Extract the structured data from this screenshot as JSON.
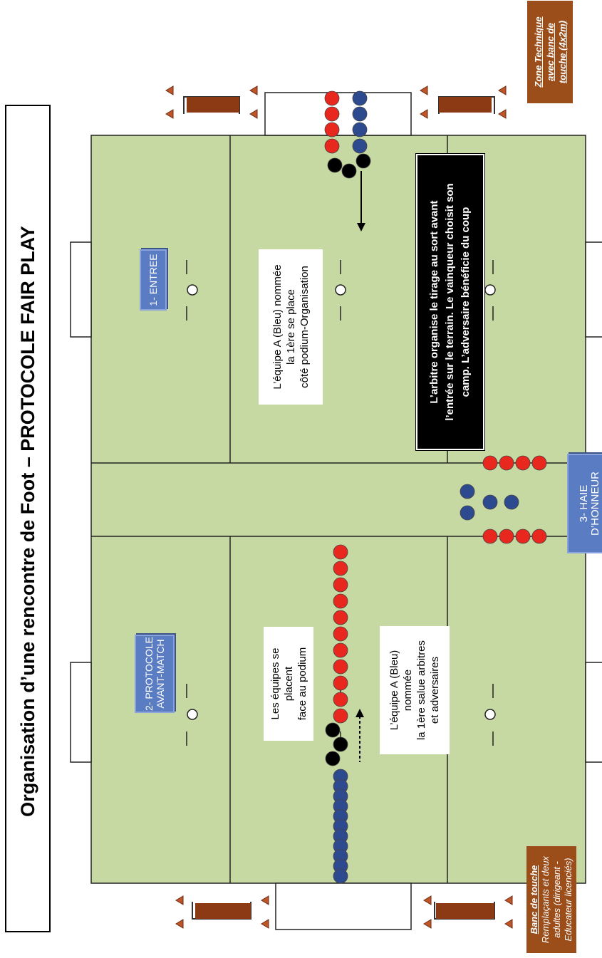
{
  "title": "Organisation d’une rencontre de Foot – PROTOCOLE FAIR PLAY",
  "labels": {
    "entree": "1- ENTREE",
    "protocole_line1": "2- PROTOCOLE",
    "protocole_line2": "AVANT-MATCH",
    "haie_line1": "3- HAIE",
    "haie_line2": "D’HONNEUR"
  },
  "notes": {
    "equipe_a_place_l1": "L’équipe A (Bleu) nommée",
    "equipe_a_place_l2": "la 1ère se place",
    "equipe_a_place_l3": "côté podium-Organisation",
    "arbitre_l1": "L’arbitre organise le tirage au sort avant",
    "arbitre_l2": "l’entrée sur le terrain. Le vainqueur choisit son",
    "arbitre_l3": "camp. L’adversaire bénéficie du coup",
    "placent_l1": "Les équipes se placent",
    "placent_l2": "face au podium",
    "salue_l1": "L’équipe A (Bleu) nommée",
    "salue_l2": "la 1ère salue arbitres",
    "salue_l3": "et adversaires"
  },
  "zone_technique": {
    "line1": "Zone Technique",
    "line2": "avec banc de",
    "line3": "touche (4x2m)"
  },
  "banc_touche": {
    "heading": "Banc de touche",
    "line1": "Remplaçants et deux",
    "line2": "adultes (dirigeant -",
    "line3": "Educateur licenciés)"
  },
  "colors": {
    "field": "#c7d9a3",
    "team_a_blue": "#2e4a8f",
    "team_b_red": "#e8281f",
    "referee_black": "#000000",
    "label_blue": "#5a7cc3",
    "bench_brown": "#8b3a14"
  }
}
